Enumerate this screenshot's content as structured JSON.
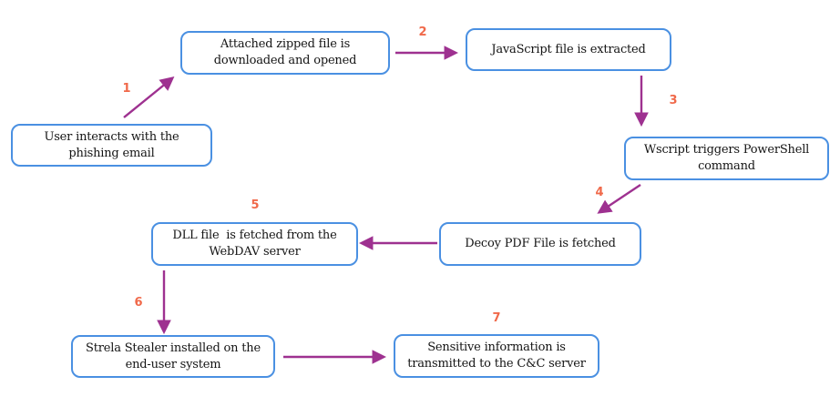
{
  "diagram": {
    "description": "Strela Stealer phishing infection chain flowchart",
    "nodes": [
      {
        "id": "phishing",
        "text": "User interacts with the\nphishing email"
      },
      {
        "id": "zip",
        "text": "Attached zipped file is\ndownloaded and opened"
      },
      {
        "id": "js",
        "text": "JavaScript file is extracted"
      },
      {
        "id": "wscript",
        "text": "Wscript triggers PowerShell\ncommand"
      },
      {
        "id": "decoy",
        "text": "Decoy PDF File is fetched"
      },
      {
        "id": "dll",
        "text": "DLL file  is fetched from the\nWebDAV server"
      },
      {
        "id": "strela",
        "text": "Strela Stealer installed on the\nend-user system"
      },
      {
        "id": "exfil",
        "text": "Sensitive information is\ntransmitted to the C&C server"
      }
    ],
    "steps": [
      {
        "label": "1",
        "from": "phishing",
        "to": "zip"
      },
      {
        "label": "2",
        "from": "zip",
        "to": "js"
      },
      {
        "label": "3",
        "from": "js",
        "to": "wscript"
      },
      {
        "label": "4",
        "from": "wscript",
        "to": "decoy"
      },
      {
        "label": "5",
        "from": "decoy",
        "to": "dll"
      },
      {
        "label": "6",
        "from": "dll",
        "to": "strela"
      },
      {
        "label": "7",
        "from": "strela",
        "to": "exfil"
      }
    ]
  },
  "colors": {
    "box_border": "#4a90e2",
    "box_fill": "#ffffff",
    "arrow": "#9e3190",
    "step_number": "#f0694a",
    "text": "#141414",
    "background": "#ffffff"
  }
}
